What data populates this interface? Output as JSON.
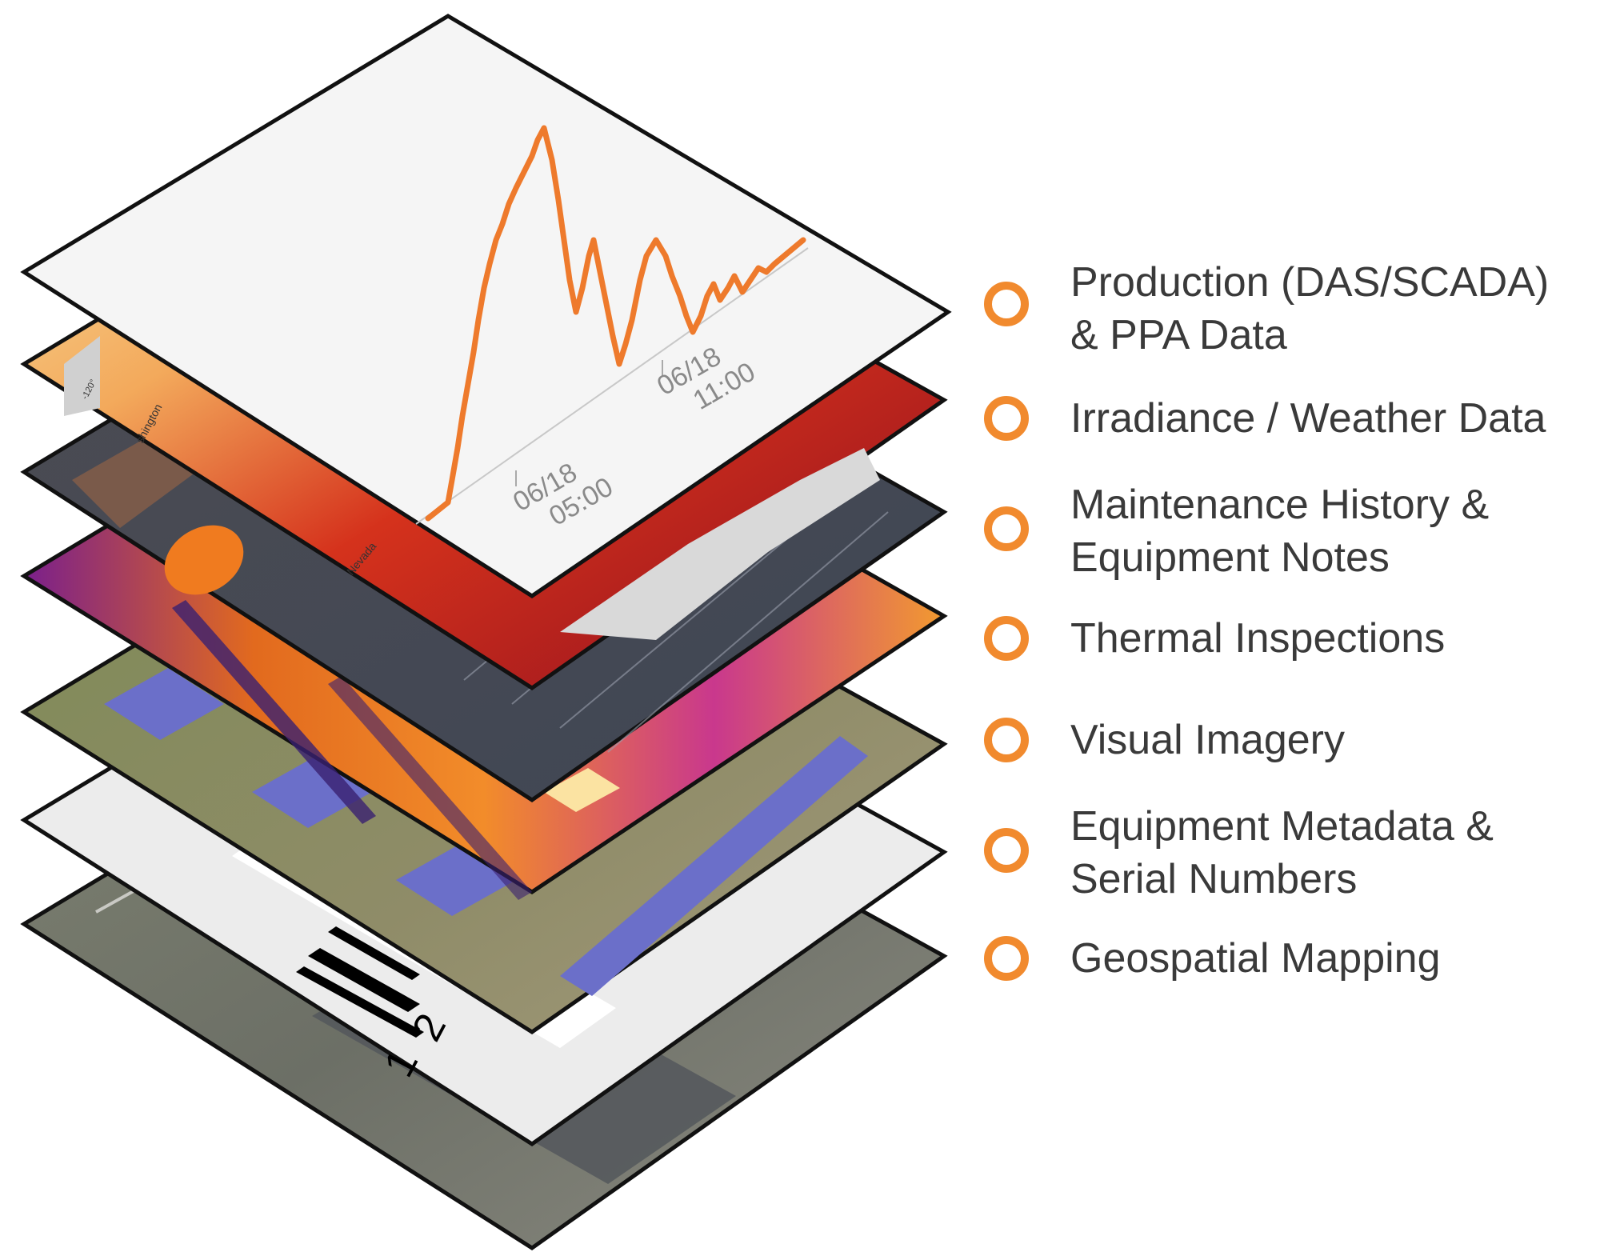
{
  "legend": {
    "items": [
      {
        "lines": [
          "Production (DAS/SCADA)",
          "& PPA Data"
        ]
      },
      {
        "lines": [
          "Irradiance / Weather Data"
        ]
      },
      {
        "lines": [
          "Maintenance History &",
          "Equipment Notes"
        ]
      },
      {
        "lines": [
          "Thermal Inspections"
        ]
      },
      {
        "lines": [
          "Visual Imagery"
        ]
      },
      {
        "lines": [
          "Equipment Metadata &",
          "Serial Numbers"
        ]
      },
      {
        "lines": [
          "Geospatial Mapping"
        ]
      }
    ],
    "marker_color": "#f18a2e",
    "text_color": "#3a3a3a"
  },
  "production_chart": {
    "x_tick_labels": [
      {
        "date": "06/18",
        "time": "05:00"
      },
      {
        "date": "06/18",
        "time": "11:00"
      }
    ],
    "line_color": "#ee7a2c"
  },
  "weather_map": {
    "labels": [
      "Nevada",
      "shington",
      "-120°"
    ]
  },
  "serial_label": {
    "digits": [
      "1",
      "2"
    ]
  },
  "colors": {
    "accent": "#f18a2e",
    "outline": "#111111"
  }
}
